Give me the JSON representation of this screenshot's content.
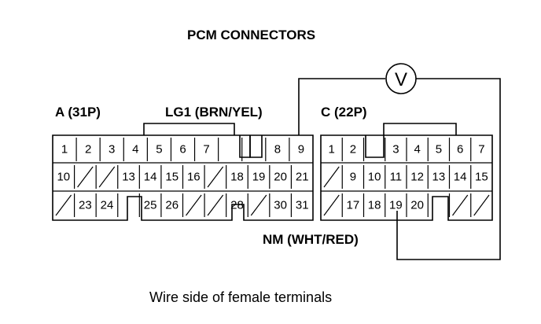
{
  "title": "PCM CONNECTORS",
  "caption": "Wire side of female terminals",
  "meter_symbol": "V",
  "labels": {
    "connector_a": "A (31P)",
    "lg1": "LG1 (BRN/YEL)",
    "connector_c": "C (22P)",
    "nm": "NM (WHT/RED)"
  },
  "connector_a": {
    "rows": [
      [
        "1",
        "2",
        "3",
        "4",
        "5",
        "6",
        "7",
        "",
        "",
        "8",
        "9"
      ],
      [
        "10",
        "/",
        "/",
        "13",
        "14",
        "15",
        "16",
        "/",
        "18",
        "19",
        "20",
        "21"
      ],
      [
        "/",
        "23",
        "24",
        "",
        "25",
        "26",
        "/",
        "/",
        "28",
        "/",
        "30",
        "31"
      ]
    ]
  },
  "connector_c": {
    "rows": [
      [
        "1",
        "2",
        "",
        "3",
        "4",
        "5",
        "6",
        "7"
      ],
      [
        "/",
        "9",
        "10",
        "11",
        "12",
        "13",
        "14",
        "15"
      ],
      [
        "/",
        "17",
        "18",
        "19",
        "20",
        "",
        "/",
        "/"
      ]
    ]
  }
}
